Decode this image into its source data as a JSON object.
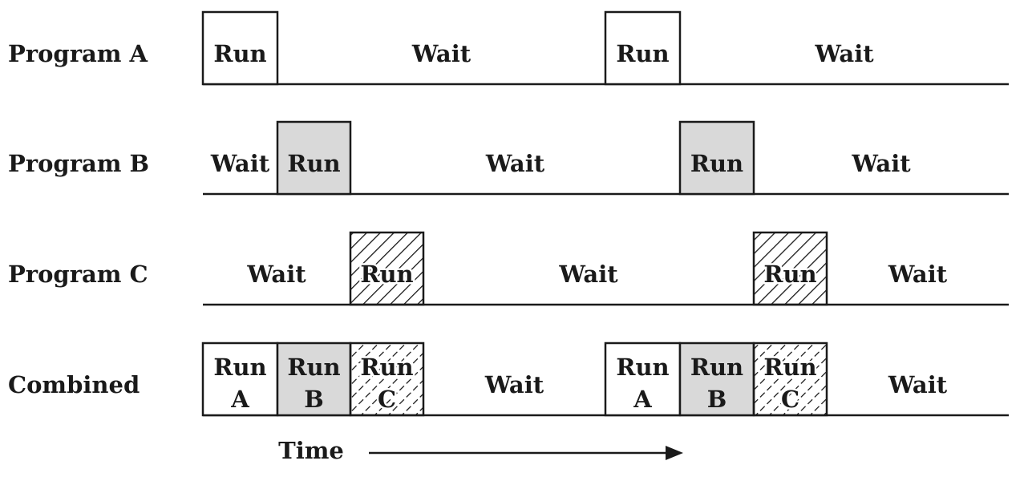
{
  "rows": [
    {
      "label": "Program A",
      "segments": [
        {
          "state": "run",
          "text": [
            "Run"
          ],
          "fill": "white"
        },
        {
          "state": "wait",
          "text": [
            "Wait"
          ]
        },
        {
          "state": "run",
          "text": [
            "Run"
          ],
          "fill": "white"
        },
        {
          "state": "wait",
          "text": [
            "Wait"
          ]
        }
      ]
    },
    {
      "label": "Program B",
      "segments": [
        {
          "state": "wait",
          "text": [
            "Wait"
          ]
        },
        {
          "state": "run",
          "text": [
            "Run"
          ],
          "fill": "gray"
        },
        {
          "state": "wait",
          "text": [
            "Wait"
          ]
        },
        {
          "state": "run",
          "text": [
            "Run"
          ],
          "fill": "gray"
        },
        {
          "state": "wait",
          "text": [
            "Wait"
          ]
        }
      ]
    },
    {
      "label": "Program C",
      "segments": [
        {
          "state": "wait",
          "text": [
            "Wait"
          ]
        },
        {
          "state": "run",
          "text": [
            "Run"
          ],
          "fill": "hatch"
        },
        {
          "state": "wait",
          "text": [
            "Wait"
          ]
        },
        {
          "state": "run",
          "text": [
            "Run"
          ],
          "fill": "hatch"
        },
        {
          "state": "wait",
          "text": [
            "Wait"
          ]
        }
      ]
    },
    {
      "label": "Combined",
      "segments": [
        {
          "state": "run",
          "text": [
            "Run",
            "A"
          ],
          "fill": "white"
        },
        {
          "state": "run",
          "text": [
            "Run",
            "B"
          ],
          "fill": "gray"
        },
        {
          "state": "run",
          "text": [
            "Run",
            "C"
          ],
          "fill": "hatch-dashed"
        },
        {
          "state": "wait",
          "text": [
            "Wait"
          ]
        },
        {
          "state": "run",
          "text": [
            "Run",
            "A"
          ],
          "fill": "white"
        },
        {
          "state": "run",
          "text": [
            "Run",
            "B"
          ],
          "fill": "gray"
        },
        {
          "state": "run",
          "text": [
            "Run",
            "C"
          ],
          "fill": "hatch-dashed"
        },
        {
          "state": "wait",
          "text": [
            "Wait"
          ]
        }
      ]
    }
  ],
  "time_label": "Time",
  "colors": {
    "line": "#1a1a1a",
    "gray_fill": "#d9d9d9",
    "white_fill": "#ffffff"
  }
}
